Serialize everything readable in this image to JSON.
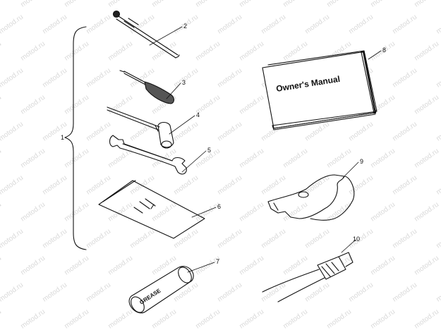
{
  "watermark": "motod.ru",
  "manual_title": "Owner's Manual",
  "grease_label": "GREASE",
  "callouts": [
    "1",
    "2",
    "3",
    "4",
    "5",
    "6",
    "7",
    "8",
    "9",
    "10"
  ]
}
